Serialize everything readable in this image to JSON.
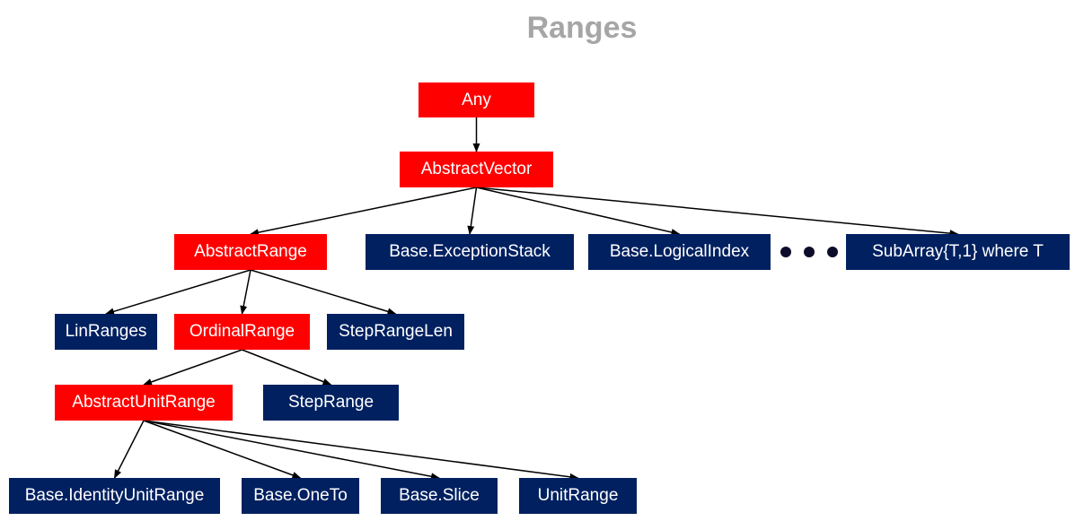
{
  "title": "Ranges",
  "colors": {
    "abstract": "#ff0000",
    "concrete": "#002060",
    "title": "#a6a6a6"
  },
  "nodes": {
    "any": "Any",
    "abstract_vector": "AbstractVector",
    "abstract_range": "AbstractRange",
    "exception_stack": "Base.ExceptionStack",
    "logical_index": "Base.LogicalIndex",
    "subarray": "SubArray{T,1} where T",
    "lin_ranges": "LinRanges",
    "ordinal_range": "OrdinalRange",
    "step_range_len": "StepRangeLen",
    "abstract_unit_range": "AbstractUnitRange",
    "step_range": "StepRange",
    "identity_unit_range": "Base.IdentityUnitRange",
    "one_to": "Base.OneTo",
    "slice": "Base.Slice",
    "unit_range": "UnitRange"
  },
  "edges": [
    [
      "any",
      "abstract_vector"
    ],
    [
      "abstract_vector",
      "abstract_range"
    ],
    [
      "abstract_vector",
      "exception_stack"
    ],
    [
      "abstract_vector",
      "logical_index"
    ],
    [
      "abstract_vector",
      "subarray"
    ],
    [
      "abstract_range",
      "lin_ranges"
    ],
    [
      "abstract_range",
      "ordinal_range"
    ],
    [
      "abstract_range",
      "step_range_len"
    ],
    [
      "ordinal_range",
      "abstract_unit_range"
    ],
    [
      "ordinal_range",
      "step_range"
    ],
    [
      "abstract_unit_range",
      "identity_unit_range"
    ],
    [
      "abstract_unit_range",
      "one_to"
    ],
    [
      "abstract_unit_range",
      "slice"
    ],
    [
      "abstract_unit_range",
      "unit_range"
    ]
  ],
  "ellipsis_icon": "ellipsis-dots-icon"
}
